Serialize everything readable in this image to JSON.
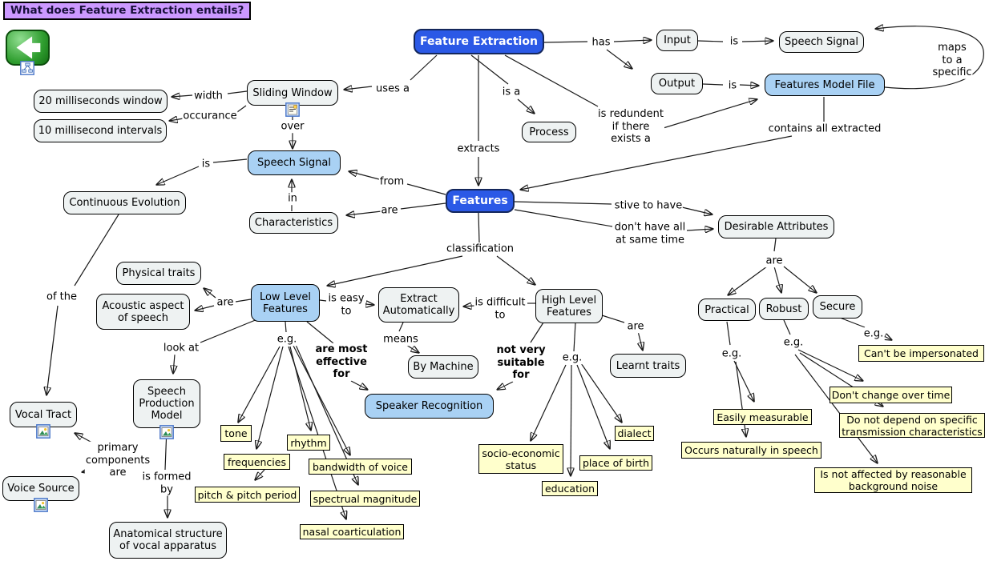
{
  "title": "What does Feature Extraction entails?",
  "toolbar": {
    "back_button": "go back",
    "back_icon": "back-arrow-icon",
    "back_badge_icon": "concept-map-icon"
  },
  "colors": {
    "focus_node": "#2b59e6",
    "focus_border": "#14275c",
    "highlight_node": "#a9d1f4",
    "concept_node": "#eef2f2",
    "example_node": "#ffffcc",
    "line": "#1a1a1a",
    "title_bg": "#cc99ff",
    "button_green": "#2f9e2f"
  },
  "nodes": [
    {
      "id": "feature-extraction",
      "label": "Feature Extraction",
      "style": "focus"
    },
    {
      "id": "input",
      "label": "Input",
      "style": "gray"
    },
    {
      "id": "speech-signal-top",
      "label": "Speech Signal",
      "style": "gray"
    },
    {
      "id": "output",
      "label": "Output",
      "style": "gray"
    },
    {
      "id": "features-model-file",
      "label": "Features Model File",
      "style": "blue"
    },
    {
      "id": "sliding-window",
      "label": "Sliding Window",
      "style": "gray",
      "icon": "resource-icon"
    },
    {
      "id": "ms20",
      "label": "20 milliseconds window",
      "style": "gray"
    },
    {
      "id": "ms10",
      "label": "10 millisecond intervals",
      "style": "gray"
    },
    {
      "id": "process",
      "label": "Process",
      "style": "gray"
    },
    {
      "id": "speech-signal",
      "label": "Speech Signal",
      "style": "blue"
    },
    {
      "id": "continuous-evolution",
      "label": "Continuous Evolution",
      "style": "gray"
    },
    {
      "id": "characteristics",
      "label": "Characteristics",
      "style": "gray"
    },
    {
      "id": "features",
      "label": "Features",
      "style": "focus"
    },
    {
      "id": "desirable-attributes",
      "label": "Desirable Attributes",
      "style": "gray"
    },
    {
      "id": "physical-traits",
      "label": "Physical traits",
      "style": "gray"
    },
    {
      "id": "acoustic-aspect",
      "label": "Acoustic aspect\nof speech",
      "style": "gray"
    },
    {
      "id": "low-level-features",
      "label": "Low Level\nFeatures",
      "style": "blue"
    },
    {
      "id": "extract-automatically",
      "label": "Extract\nAutomatically",
      "style": "gray"
    },
    {
      "id": "high-level-features",
      "label": "High Level\nFeatures",
      "style": "gray"
    },
    {
      "id": "practical",
      "label": "Practical",
      "style": "gray"
    },
    {
      "id": "robust",
      "label": "Robust",
      "style": "gray"
    },
    {
      "id": "secure",
      "label": "Secure",
      "style": "gray"
    },
    {
      "id": "by-machine",
      "label": "By Machine",
      "style": "gray"
    },
    {
      "id": "learnt-traits",
      "label": "Learnt traits",
      "style": "gray"
    },
    {
      "id": "speaker-recognition",
      "label": "Speaker Recognition",
      "style": "blue"
    },
    {
      "id": "speech-production-model",
      "label": "Speech\nProduction\nModel",
      "style": "gray",
      "icon": "image-icon"
    },
    {
      "id": "vocal-tract",
      "label": "Vocal Tract",
      "style": "gray",
      "icon": "image-icon"
    },
    {
      "id": "voice-source",
      "label": "Voice Source",
      "style": "gray",
      "icon": "image-icon"
    },
    {
      "id": "anatomical-structure",
      "label": "Anatomical structure\nof vocal apparatus",
      "style": "gray"
    },
    {
      "id": "tone",
      "label": "tone",
      "style": "yellow"
    },
    {
      "id": "frequencies",
      "label": "frequencies",
      "style": "yellow"
    },
    {
      "id": "pitch-pitch-period",
      "label": "pitch & pitch period",
      "style": "yellow"
    },
    {
      "id": "rhythm",
      "label": "rhythm",
      "style": "yellow"
    },
    {
      "id": "bandwidth-of-voice",
      "label": "bandwidth of voice",
      "style": "yellow"
    },
    {
      "id": "spectrual-magnitude",
      "label": "spectrual magnitude",
      "style": "yellow"
    },
    {
      "id": "nasal-coarticulation",
      "label": "nasal coarticulation",
      "style": "yellow"
    },
    {
      "id": "socio-economic-status",
      "label": "socio-economic\nstatus",
      "style": "yellow"
    },
    {
      "id": "education",
      "label": "education",
      "style": "yellow"
    },
    {
      "id": "place-of-birth",
      "label": "place of birth",
      "style": "yellow"
    },
    {
      "id": "dialect",
      "label": "dialect",
      "style": "yellow"
    },
    {
      "id": "easily-measurable",
      "label": "Easily measurable",
      "style": "yellow"
    },
    {
      "id": "occurs-naturally",
      "label": "Occurs naturally in speech",
      "style": "yellow"
    },
    {
      "id": "cant-be-impersonated",
      "label": "Can't be impersonated",
      "style": "yellow"
    },
    {
      "id": "dont-change-over-time",
      "label": "Don't change over time",
      "style": "yellow"
    },
    {
      "id": "do-not-depend",
      "label": "Do not depend on specific\ntransmission characteristics",
      "style": "yellow"
    },
    {
      "id": "not-affected-noise",
      "label": "Is not affected by reasonable\nbackground noise",
      "style": "yellow"
    }
  ],
  "link_labels": [
    {
      "id": "has",
      "text": "has"
    },
    {
      "id": "is-input",
      "text": "is"
    },
    {
      "id": "is-output",
      "text": "is"
    },
    {
      "id": "maps-to",
      "text": "maps to a\nspecific"
    },
    {
      "id": "uses-a",
      "text": "uses a"
    },
    {
      "id": "is-a",
      "text": "is a"
    },
    {
      "id": "is-redundent",
      "text": "is redundent\nif there\nexists a"
    },
    {
      "id": "contains-all",
      "text": "contains all extracted"
    },
    {
      "id": "width",
      "text": "width"
    },
    {
      "id": "occurance",
      "text": "occurance"
    },
    {
      "id": "over",
      "text": "over"
    },
    {
      "id": "extracts",
      "text": "extracts"
    },
    {
      "id": "is-left",
      "text": "is"
    },
    {
      "id": "in",
      "text": "in"
    },
    {
      "id": "from",
      "text": "from"
    },
    {
      "id": "are-characteristics",
      "text": "are"
    },
    {
      "id": "stive-to-have",
      "text": "stive to have"
    },
    {
      "id": "dont-have-all",
      "text": "don't have all\nat same time"
    },
    {
      "id": "classification",
      "text": "classification"
    },
    {
      "id": "are-desirable",
      "text": "are"
    },
    {
      "id": "of-the",
      "text": "of the"
    },
    {
      "id": "are-llf",
      "text": "are"
    },
    {
      "id": "is-easy-to",
      "text": "is easy\nto"
    },
    {
      "id": "is-difficult-to",
      "text": "is difficult\nto"
    },
    {
      "id": "look-at",
      "text": "look at"
    },
    {
      "id": "eg-llf",
      "text": "e.g."
    },
    {
      "id": "are-most-effective",
      "text": "are most\neffective\nfor",
      "bold": true
    },
    {
      "id": "means",
      "text": "means"
    },
    {
      "id": "not-very-suitable",
      "text": "not very\nsuitable\nfor",
      "bold": true
    },
    {
      "id": "eg-hlf",
      "text": "e.g."
    },
    {
      "id": "are-hlf",
      "text": "are"
    },
    {
      "id": "primary-components",
      "text": "primary\ncomponents\nare"
    },
    {
      "id": "is-formed-by",
      "text": "is formed\nby"
    },
    {
      "id": "eg-practical",
      "text": "e.g."
    },
    {
      "id": "eg-robust",
      "text": "e.g."
    },
    {
      "id": "eg-secure",
      "text": "e.g."
    }
  ]
}
